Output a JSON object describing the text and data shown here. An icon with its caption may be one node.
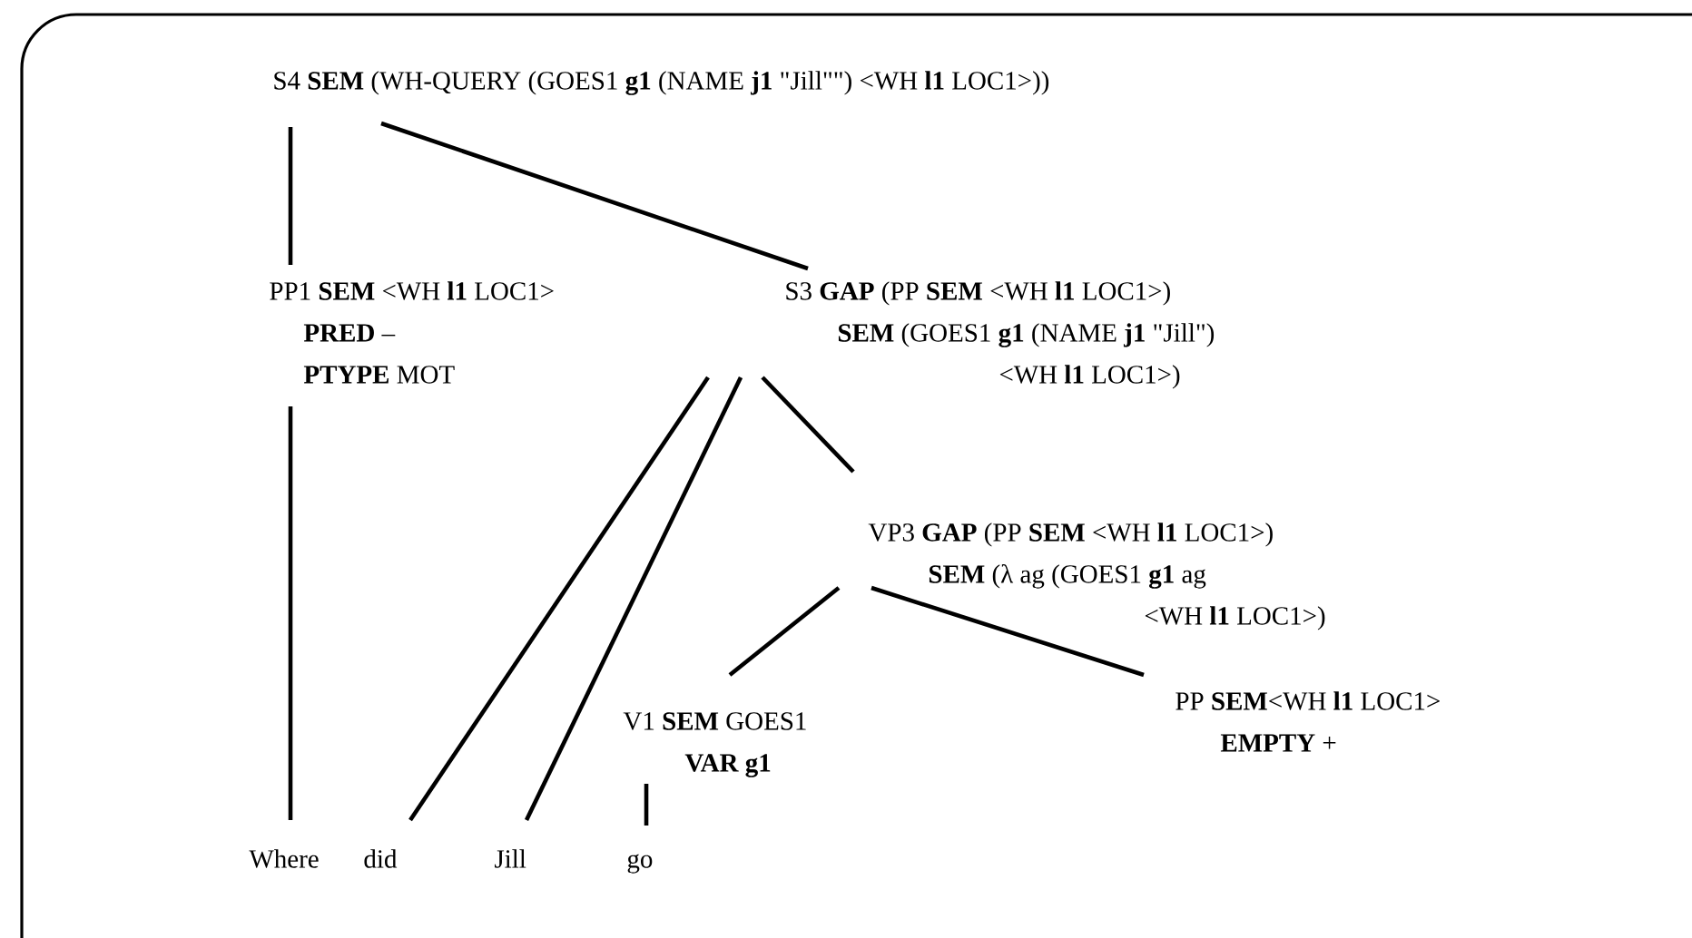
{
  "diagram": {
    "nodes": [
      {
        "text": [
          "S4 **SEM** (WH-QUERY (GOES1 **g1** (NAME **j1** \"Jill\"\") <WH **l1** LOC1>))"
        ]
      },
      {
        "text": [
          "PP1 **SEM** <WH **l1** LOC1>",
          "**PRED** –",
          "**PTYPE** MOT"
        ]
      },
      {
        "text": [
          "S3 **GAP** (PP **SEM** <WH **l1** LOC1>)",
          "**SEM** (GOES1 **g1** (NAME **j1** \"Jill\")",
          "<WH **l1** LOC1>)"
        ]
      },
      {
        "text": [
          "VP3 **GAP** (PP **SEM** <WH **l1** LOC1>)",
          "**SEM** (λ ag (GOES1 **g1** ag",
          "<WH **l1** LOC1>)"
        ]
      },
      {
        "text": [
          "V1 **SEM** GOES1",
          "**VAR g1**"
        ]
      },
      {
        "text": [
          "PP **SEM**<WH **l1** LOC1>",
          "**EMPTY** +"
        ]
      },
      {
        "text": [
          "Where"
        ]
      },
      {
        "text": [
          "did"
        ]
      },
      {
        "text": [
          "Jill"
        ]
      },
      {
        "text": [
          "go"
        ]
      }
    ],
    "edges": [
      {
        "from": 0,
        "to": 1,
        "arrow": "none"
      },
      {
        "from": 0,
        "to": 2,
        "arrow": "none"
      },
      {
        "from": 1,
        "to": 6,
        "arrow": "none"
      },
      {
        "from": 2,
        "to": 7,
        "arrow": "none"
      },
      {
        "from": 2,
        "to": 8,
        "arrow": "none"
      },
      {
        "from": 2,
        "to": 3,
        "arrow": "none"
      },
      {
        "from": 3,
        "to": 4,
        "arrow": "none"
      },
      {
        "from": 3,
        "to": 5,
        "arrow": "none"
      },
      {
        "from": 4,
        "to": 9,
        "arrow": "none"
      }
    ]
  }
}
